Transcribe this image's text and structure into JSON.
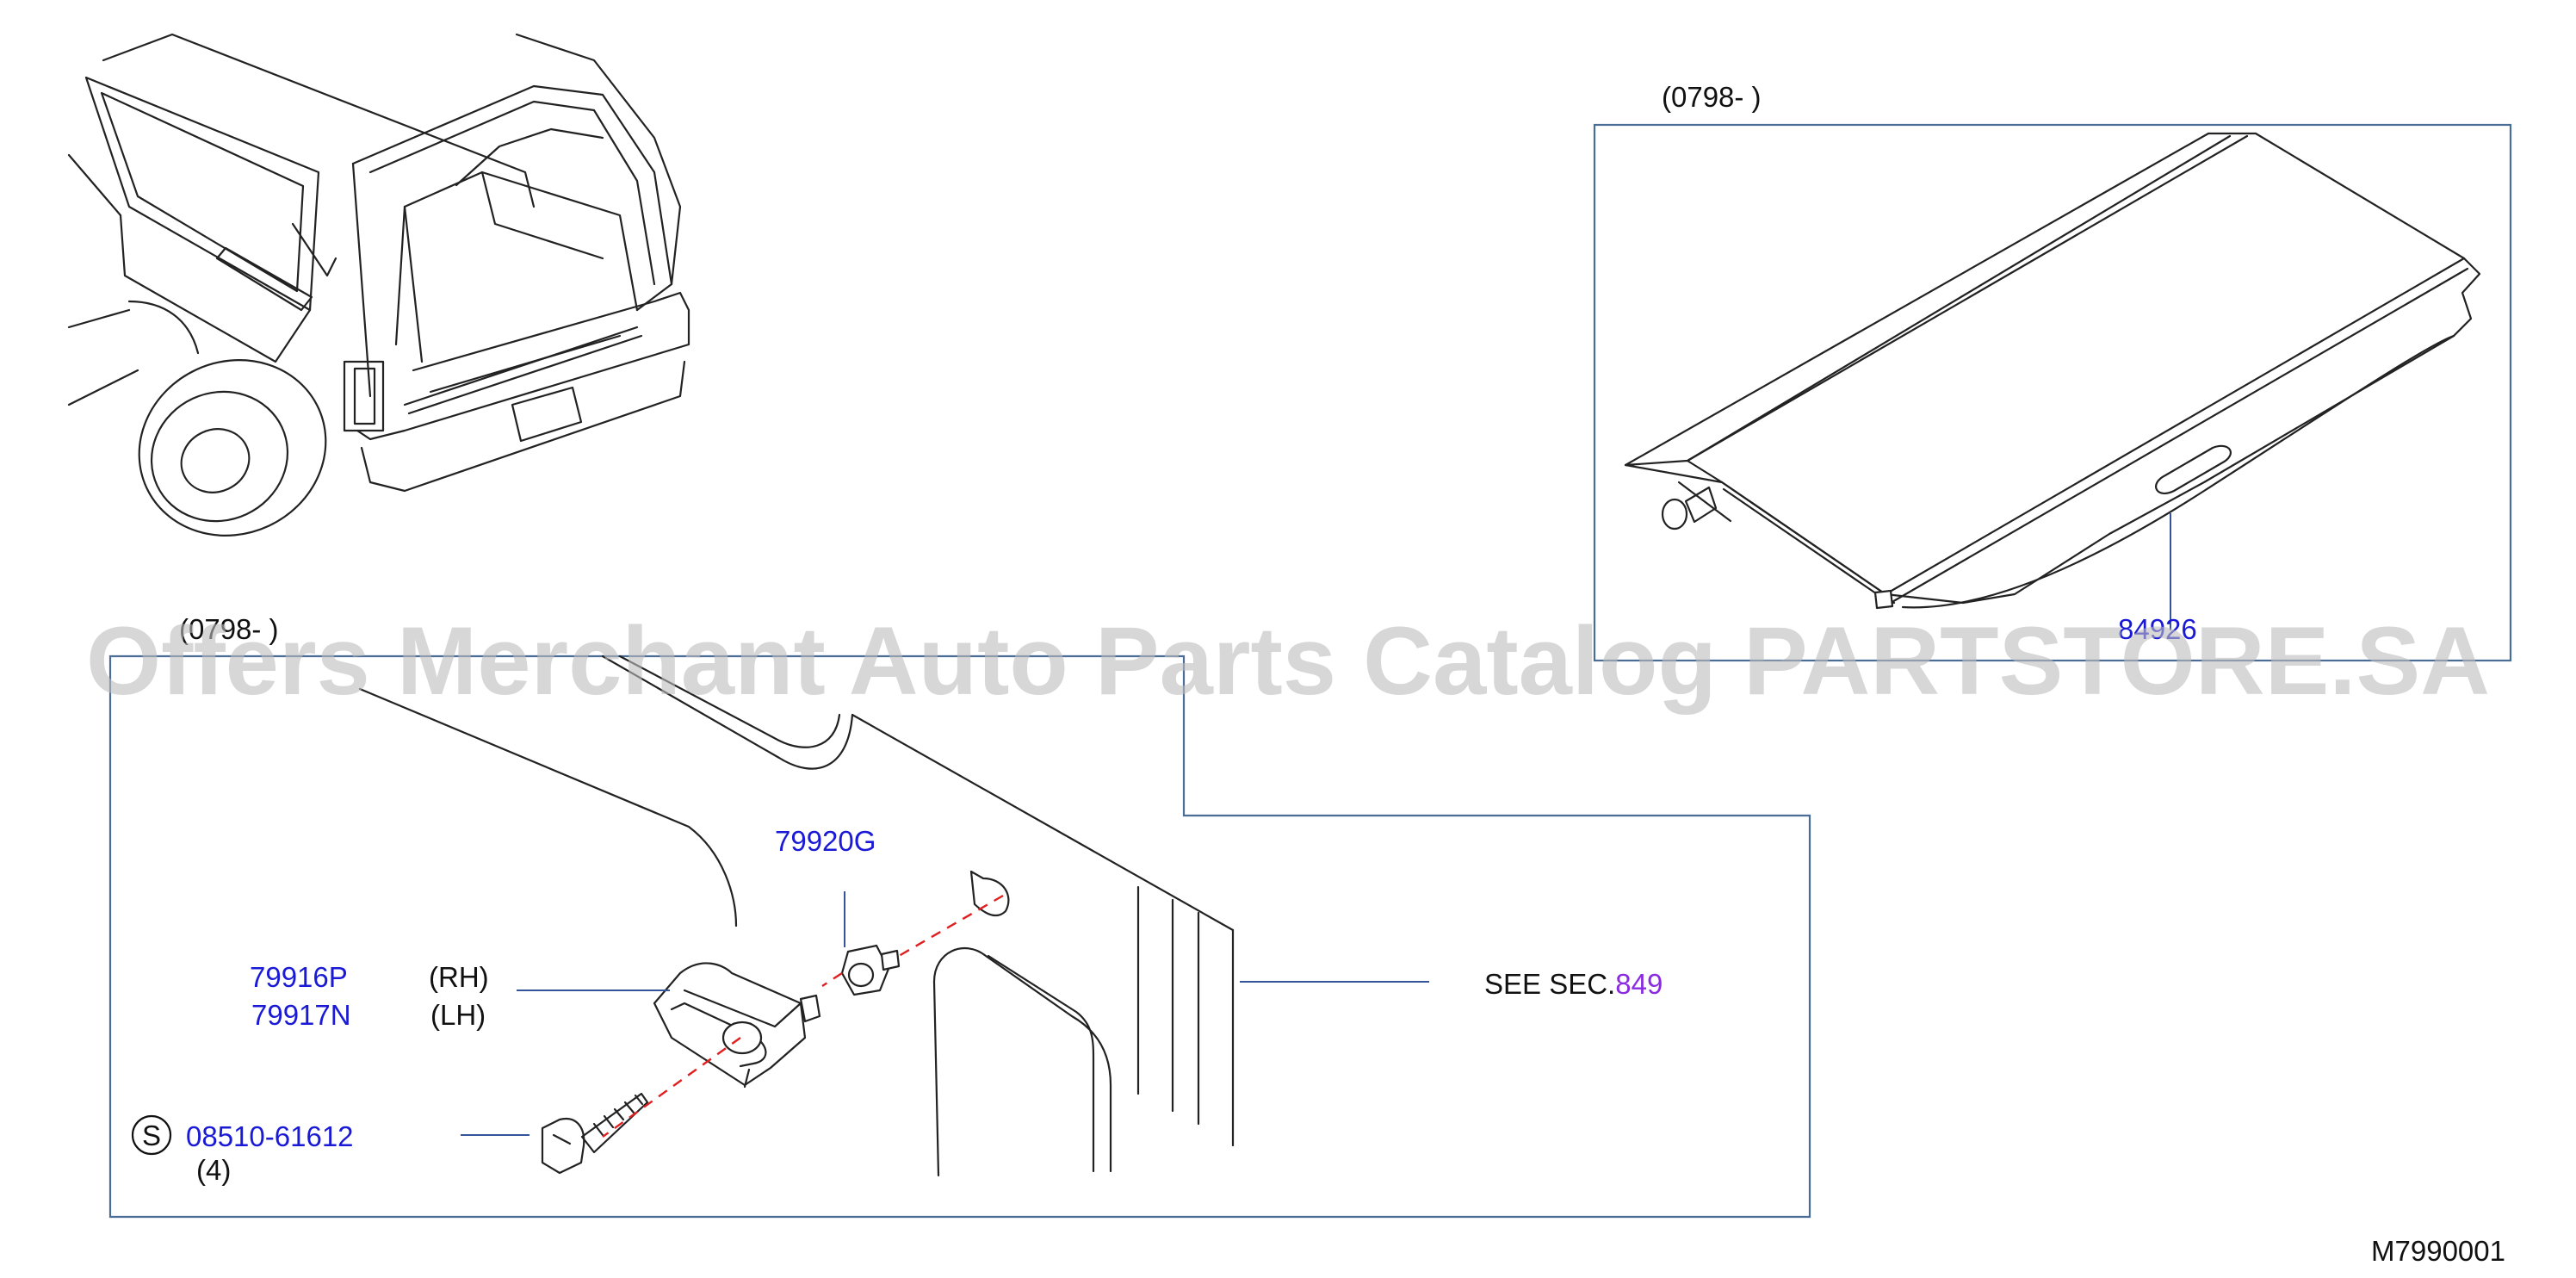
{
  "colors": {
    "part_number": "#1a1ad6",
    "section_link": "#8a2be2",
    "frame": "#4a6d96",
    "centerline": "#e02020",
    "watermark": "#bdbdbd"
  },
  "top_frame": {
    "date_range": "(0798-            )",
    "part": "84926"
  },
  "bottom_frame": {
    "date_range": "(0798-            )"
  },
  "parts": {
    "stopper": {
      "number": "79920G"
    },
    "bracket_rh": {
      "number": "79916P",
      "side": "(RH)"
    },
    "bracket_lh": {
      "number": "79917N",
      "side": "(LH)"
    },
    "screw": {
      "marker": "S",
      "number": "08510-61612",
      "qty": "(4)"
    }
  },
  "see_section": {
    "prefix": "SEE   SEC.",
    "number": "849"
  },
  "watermark": "Offers Merchant Auto Parts Catalog PARTSTORE.SA",
  "figure_code": "M7990001"
}
